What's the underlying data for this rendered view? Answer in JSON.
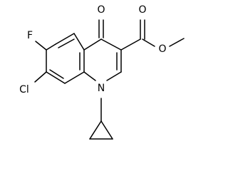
{
  "molecule": {
    "atoms": {
      "o_ketone": "O",
      "o_ester_carbonyl": "O",
      "o_ester": "O",
      "f": "F",
      "cl": "Cl",
      "n": "N"
    }
  }
}
